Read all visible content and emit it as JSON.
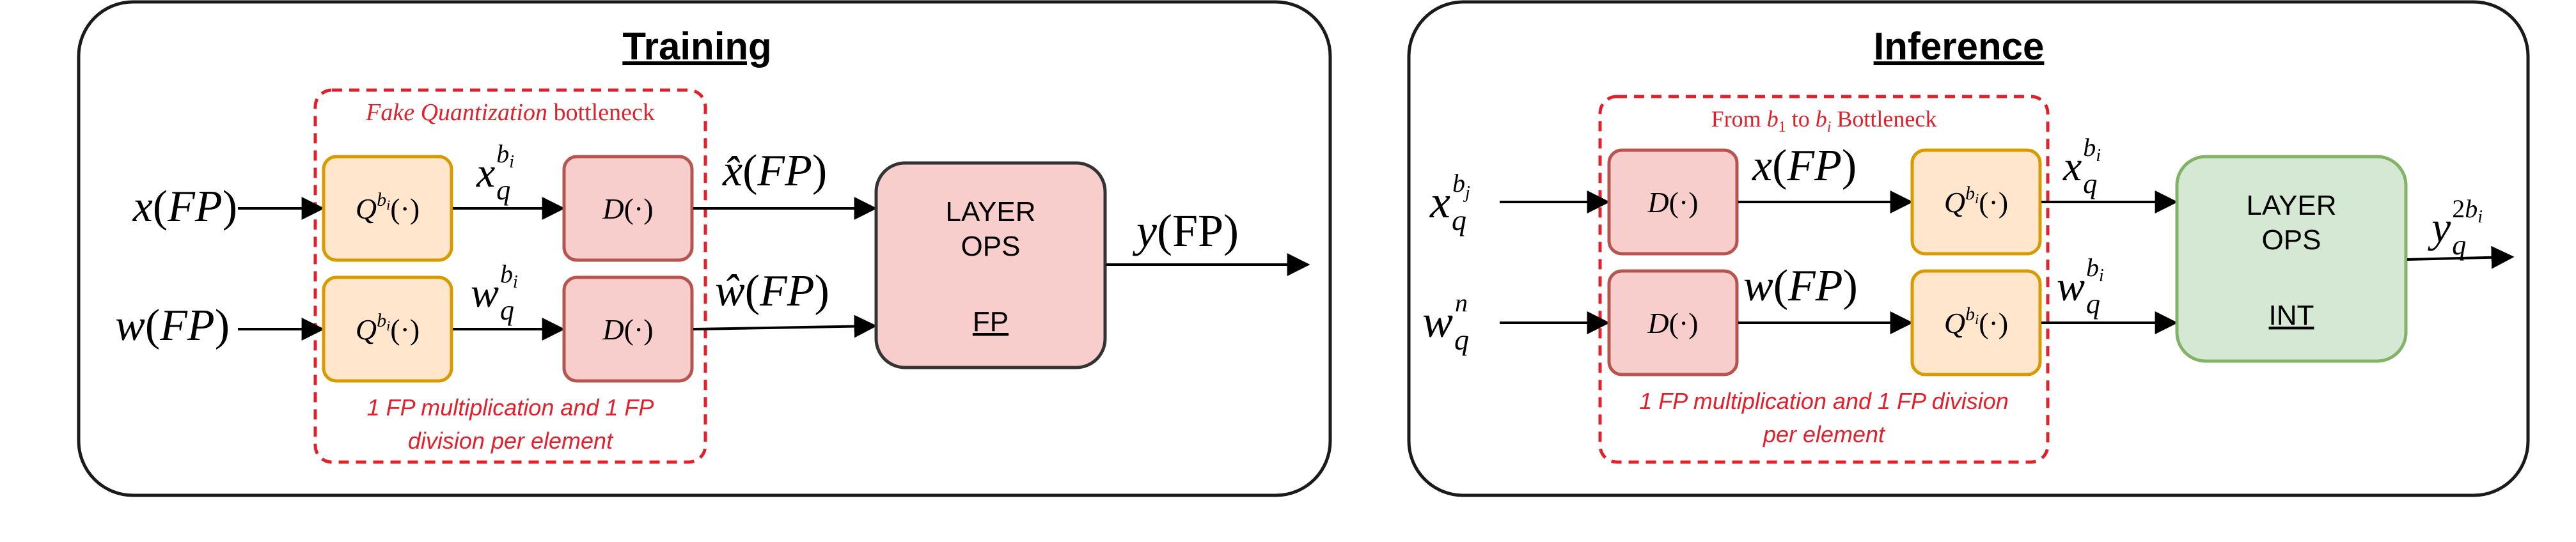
{
  "colors": {
    "panel_stroke": "#1a1a1a",
    "bottleneck_stroke": "#e0202a",
    "red_fill": "#f8cecc",
    "red_stroke": "#b85450",
    "orange_fill": "#ffe6cc",
    "orange_stroke": "#d79b00",
    "green_fill": "#d5e8d4",
    "green_stroke": "#82b366",
    "annotation_text": "#e0202a"
  },
  "training": {
    "title": "Training",
    "bottleneck_label_italic": "Fake Quantization",
    "bottleneck_label_rest": " bottleneck",
    "note_line1": "1 FP multiplication and 1 FP",
    "note_line2": "division per element",
    "input_x": "x(FP)",
    "input_w": "w(FP)",
    "quant_x": "Q^{b_i}(·)",
    "quant_w": "Q^{b_i}(·)",
    "edge_xq": "x_q^{b_i}",
    "edge_wq": "w_q^{b_i}",
    "deq_x": "D(·)",
    "deq_w": "D(·)",
    "edge_xhat": "x̂(FP)",
    "edge_what": "ŵ(FP)",
    "layer_line1": "LAYER",
    "layer_line2": "OPS",
    "layer_mode": "FP",
    "output": "y(FP)"
  },
  "inference": {
    "title": "Inference",
    "bottleneck_label": "From b_1 to b_i Bottleneck",
    "note_line1": "1 FP multiplication and 1 FP division",
    "note_line2": "per element",
    "input_x": "x_q^{b_j}",
    "input_w": "w_q^n",
    "deq_x": "D(·)",
    "deq_w": "D(·)",
    "edge_x": "x(FP)",
    "edge_w": "w(FP)",
    "quant_x": "Q^{b_i}(·)",
    "quant_w": "Q^{b_i}(·)",
    "edge_xq": "x_q^{b_i}",
    "edge_wq": "w_q^{b_i}",
    "layer_line1": "LAYER",
    "layer_line2": "OPS",
    "layer_mode": "INT",
    "output": "y_q^{2b_i}"
  }
}
